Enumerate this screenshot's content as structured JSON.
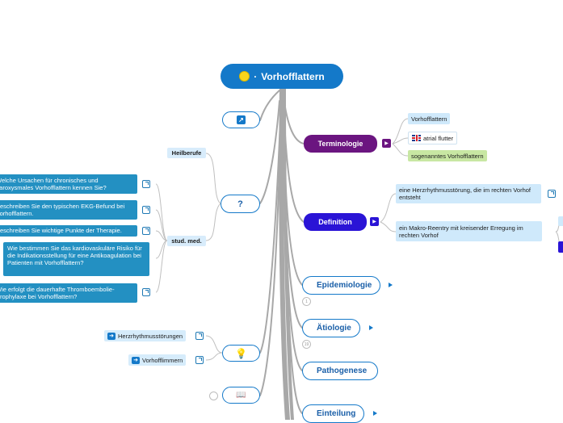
{
  "root": {
    "title": "Vorhofflattern",
    "bullet_icon": "yellow-circle-icon"
  },
  "colors": {
    "root": "#1479c9",
    "terminologie": "#6b1580",
    "definition": "#2a14d6",
    "trunk": "#a8a8a8"
  },
  "terminologie": {
    "label": "Terminologie",
    "items": [
      "Vorhofflattern",
      "atrial flutter",
      "sogenanntes Vorhofflattern"
    ]
  },
  "definition": {
    "label": "Definition",
    "items": [
      "eine Herzrhythmusstörung, die im rechten Vorhof entsteht",
      "ein Makro-Reentry mit kreisender Erregung im rechten Vorhof"
    ]
  },
  "branches": [
    "Epidemiologie",
    "Ätiologie",
    "Pathogenese",
    "Einteilung"
  ],
  "branch_counts": {
    "epidemiologie": "1",
    "aetiologie": "19"
  },
  "question": {
    "label": "?",
    "heilberufe": "Heilberufe",
    "stud_med": "stud. med.",
    "items": [
      "Welche Ursachen für chronisches und paroxysmales Vorhofflattern kennen Sie?",
      "Beschreiben Sie den typischen EKG-Befund bei Vorhofflattern.",
      "Beschreiben Sie wichtige Punkte der Therapie.",
      "Wie bestimmen Sie das kardiovaskuläre Risiko für die Indikationsstellung für eine Antikoagulation bei Patienten mit Vorhofflattern?",
      "Wie erfolgt die dauerhafte Thromboembolie-Prophylaxe bei Vorhofflattern?"
    ]
  },
  "links": [
    "Herzrhythmusstörungen",
    "Vorhofflimmern"
  ],
  "icons": {
    "link_node": "link-icon",
    "idea_node": "lightbulb-icon",
    "book_node": "book-icon"
  }
}
